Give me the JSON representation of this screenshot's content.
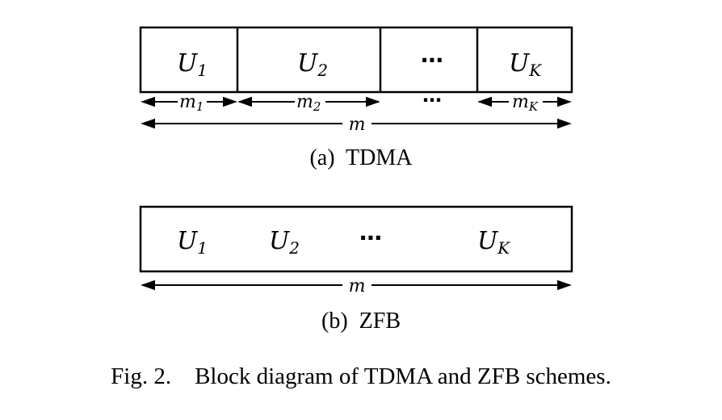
{
  "tdma": {
    "blocks": [
      {
        "sym": "U",
        "sub": "1"
      },
      {
        "sym": "U",
        "sub": "2"
      },
      {
        "sym": "⋯",
        "sub": ""
      },
      {
        "sym": "U",
        "sub": "K"
      }
    ],
    "segments": [
      {
        "sym": "m",
        "sub": "1"
      },
      {
        "sym": "m",
        "sub": "2"
      },
      {
        "sym": "⋯",
        "sub": ""
      },
      {
        "sym": "m",
        "sub": "K"
      }
    ],
    "total": "m",
    "caption": "(a)  TDMA"
  },
  "zfb": {
    "labels": [
      {
        "sym": "U",
        "sub": "1"
      },
      {
        "sym": "U",
        "sub": "2"
      },
      {
        "sym": "⋯",
        "sub": ""
      },
      {
        "sym": "U",
        "sub": "K"
      }
    ],
    "total": "m",
    "caption": "(b)  ZFB"
  },
  "figure_caption": "Fig. 2.    Block diagram of TDMA and ZFB schemes."
}
